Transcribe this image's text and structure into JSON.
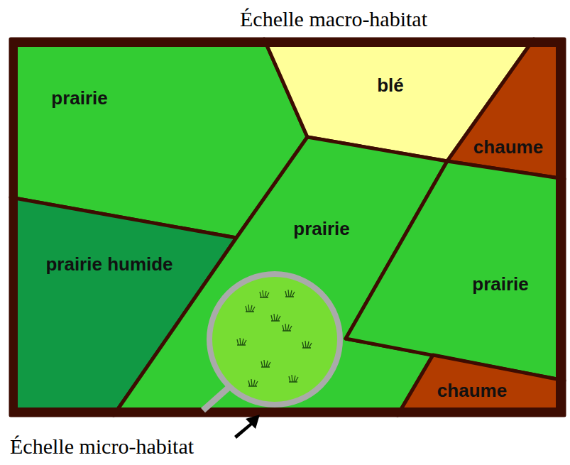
{
  "diagram": {
    "title": "Échelle macro-habitat",
    "nodes": [
      {
        "text": [
          "prairie"
        ]
      },
      {
        "text": [
          "blé"
        ]
      },
      {
        "text": [
          "chaume"
        ]
      },
      {
        "text": [
          "prairie humide"
        ]
      },
      {
        "text": [
          "prairie"
        ]
      },
      {
        "text": [
          "prairie"
        ]
      },
      {
        "text": [
          "chaume"
        ]
      }
    ],
    "labels": [
      "Échelle micro-habitat"
    ]
  }
}
